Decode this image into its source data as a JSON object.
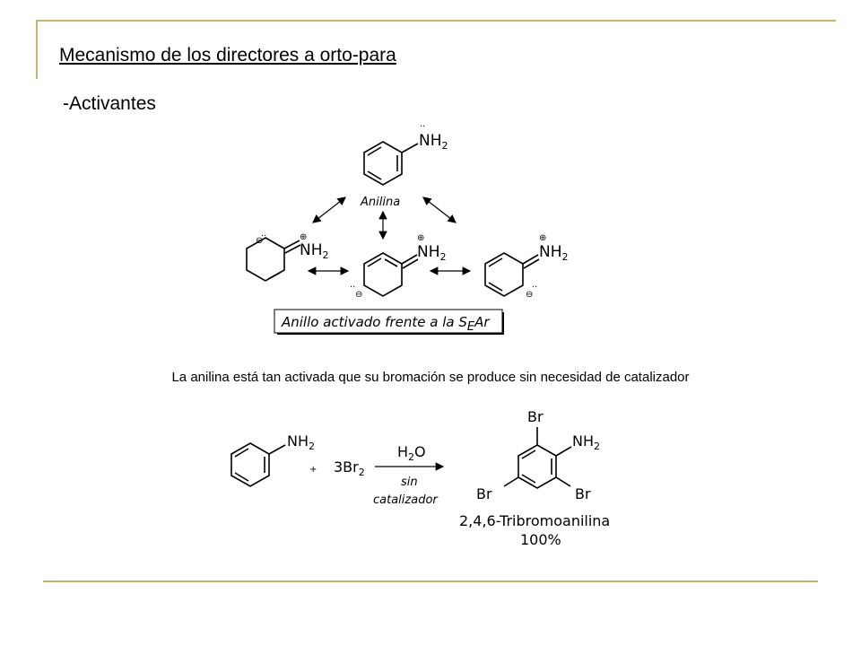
{
  "slide": {
    "title": "Mecanismo de los directores a orto-para",
    "subtitle": "-Activantes",
    "caption": "La anilina está tan activada que su bromación se produce sin necesidad de catalizador"
  },
  "resonance": {
    "name_label": "Anilina",
    "group": "NH",
    "sub2": "2",
    "plus": "⊕",
    "minus": "⊖",
    "lone_pair": "··",
    "box_text_1": "Anillo activado frente a la S",
    "box_sub": "E",
    "box_text_2": "Ar"
  },
  "reaction": {
    "reactant_group": "NH",
    "sub2": "2",
    "plus_sign": "+",
    "reagent_main": "3Br",
    "reagent_sub": "2",
    "above_arrow_h": "H",
    "above_arrow_sub": "2",
    "above_arrow_o": "O",
    "below_arrow_1": "sin",
    "below_arrow_2": "catalizador",
    "product_br_top": "Br",
    "product_nh": "NH",
    "product_br_left": "Br",
    "product_br_right": "Br",
    "product_name": "2,4,6-Tribromoanilina",
    "product_yield": "100%"
  }
}
